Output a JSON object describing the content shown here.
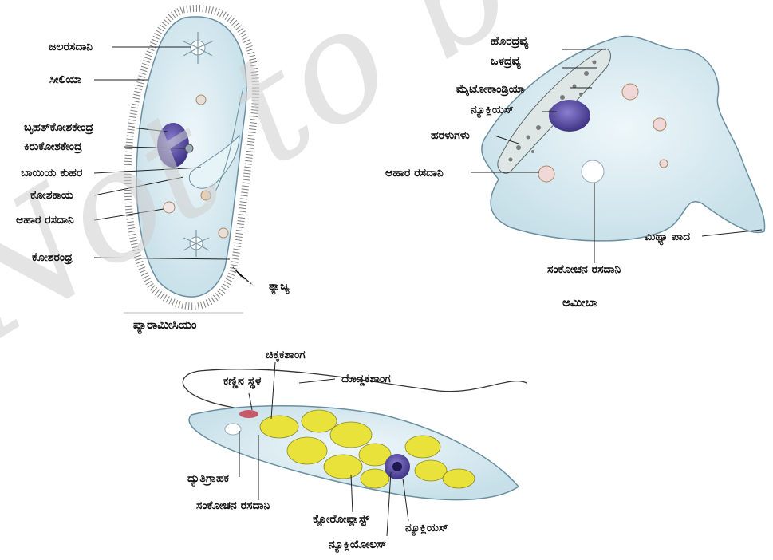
{
  "paramecium": {
    "title": "ಪ್ಯಾರಾಮೀಸಿಯಂ",
    "labels": {
      "contractile_vacuole": "ಜಲರಸದಾನಿ",
      "cilia": "ಸೀಲಿಯಾ",
      "macronucleus": "ಬೃಹತ್‌ಕೋಶಕೇಂದ್ರ",
      "micronucleus": "ಕಿರುಕೋಶಕೇಂದ್ರ",
      "oral_groove": "ಬಾಯಿಯ ಕುಹರ",
      "cytoplasm": "ಕೋಶಕಾಯ",
      "food_vacuole": "ಆಹಾರ ರಸದಾನಿ",
      "anal_pore": "ಕೋಶರಂಧ್ರ",
      "waste": "ತ್ಯಾಜ್ಯ"
    }
  },
  "amoeba": {
    "title": "ಅಮೀಬಾ",
    "labels": {
      "ectoplasm": "ಹೊರದ್ರವ್ಯ",
      "endoplasm": "ಒಳದ್ರವ್ಯ",
      "mitochondria": "ಮೈಟೋಕಾಂಡ್ರಿಯಾ",
      "nucleus": "ನ್ಯೂಕ್ಲಿಯಸ್",
      "granules": "ಹರಳುಗಳು",
      "food_vacuole": "ಆಹಾರ ರಸದಾನಿ",
      "pseudopodium": "ಮಿಥ್ಯಾ ಪಾದ",
      "contractile_vacuole": "ಸಂಕೋಚನ ರಸದಾನಿ"
    }
  },
  "euglena": {
    "labels": {
      "short_flagellum": "ಚಿಕ್ಕಕಶಾಂಗ",
      "eyespot": "ಕಣ್ಣಿನ ಸ್ಥಳ",
      "long_flagellum": "ದೊಡ್ಡಕಶಾಂಗ",
      "photoreceptor": "ದ್ಯುತಿಗ್ರಾಹಕ",
      "contractile_vacuole": "ಸಂಕೋಚನ ರಸದಾನಿ",
      "chloroplast": "ಕ್ಲೋರೋಪ್ಲಾಸ್ಟ್",
      "nucleus": "ನ್ಯೂಕ್ಲಿಯಸ್",
      "nucleolus": "ನ್ಯೂಕ್ಲಿಯೋಲಸ್"
    }
  },
  "watermark": {
    "text": "Not to be rep"
  },
  "colors": {
    "cell_fill": "#d9ecf2",
    "cell_edge": "#6a8fa0",
    "nucleus_purple": "#5a4fa0",
    "chloroplast_yellow": "#e8e23a",
    "food_vacuole": "#c98a8a"
  }
}
